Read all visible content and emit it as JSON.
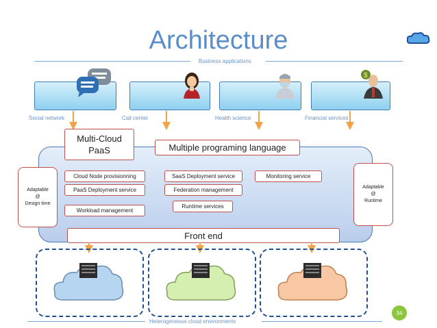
{
  "title": "Architecture",
  "business_label": "Business applications",
  "apps": [
    "Social network",
    "Call center",
    "Health science",
    "Financial services"
  ],
  "multi_cloud": {
    "line1": "Multi-Cloud",
    "line2": "PaaS"
  },
  "multi_lang": "Multiple programing language",
  "services": {
    "cloud_node": "Cloud Node provisionning",
    "paas_deploy": "PaaS Deployment service",
    "workload": "Workload management",
    "saas_deploy": "SaaS Deployment service",
    "federation": "Federation management",
    "runtime": "Runtime services",
    "monitoring": "Monitoring service"
  },
  "adapt_left": {
    "l1": "Adaptable",
    "l2": "@",
    "l3": "Design time"
  },
  "adapt_right": {
    "l1": "Adaptable",
    "l2": "@",
    "l3": "Runtime"
  },
  "front_end": "Front end",
  "hetero_label": "Heterogeneous cloud environments",
  "page_number": "34",
  "colors": {
    "accent": "#5b8ec9",
    "box_border": "#c0504d",
    "arrow": "#f0a347",
    "badge": "#8cc63f"
  },
  "icons": [
    "chat-bubbles-icon",
    "operator-icon",
    "doctor-icon",
    "banker-icon",
    "cloud-icon",
    "server-icon"
  ]
}
